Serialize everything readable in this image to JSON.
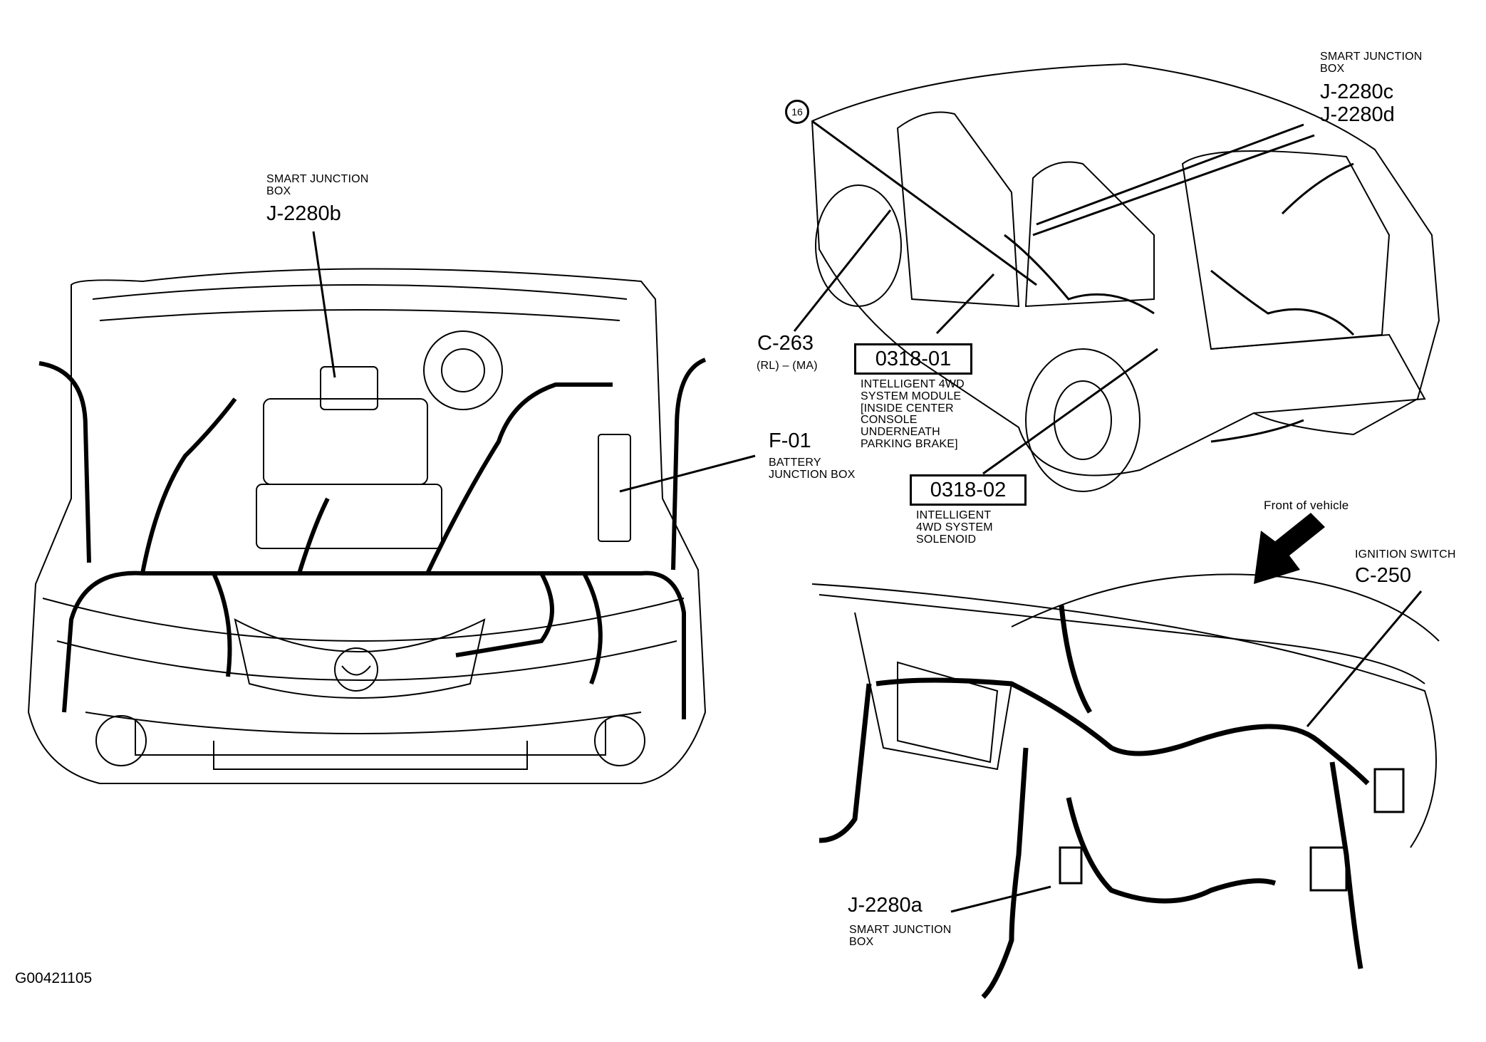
{
  "figure_id": "G00421105",
  "views": {
    "engine_bay": "engine-compartment-front-view",
    "vehicle_rear": "vehicle-rear-three-quarter-view",
    "instrument_panel": "instrument-panel-harness-view"
  },
  "labels": {
    "sjb_b": {
      "desc": "SMART JUNCTION\nBOX",
      "code": "J-2280b"
    },
    "sjb_cd": {
      "desc": "SMART JUNCTION\nBOX",
      "code_c": "J-2280c",
      "code_d": "J-2280d"
    },
    "callout_16": "16",
    "c263": {
      "code": "C-263",
      "sub": "(RL) – (MA)"
    },
    "m0318_01": {
      "code": "0318-01",
      "desc": "INTELLIGENT 4WD\nSYSTEM MODULE\n[INSIDE CENTER\nCONSOLE\nUNDERNEATH\nPARKING BRAKE]"
    },
    "f01": {
      "code": "F-01",
      "desc": "BATTERY\nJUNCTION BOX"
    },
    "m0318_02": {
      "code": "0318-02",
      "desc": "INTELLIGENT\n4WD SYSTEM\nSOLENOID"
    },
    "front_of_vehicle": "Front of vehicle",
    "ignition": {
      "desc": "IGNITION SWITCH",
      "code": "C-250"
    },
    "sjb_a": {
      "code": "J-2280a",
      "desc": "SMART JUNCTION\nBOX"
    }
  }
}
